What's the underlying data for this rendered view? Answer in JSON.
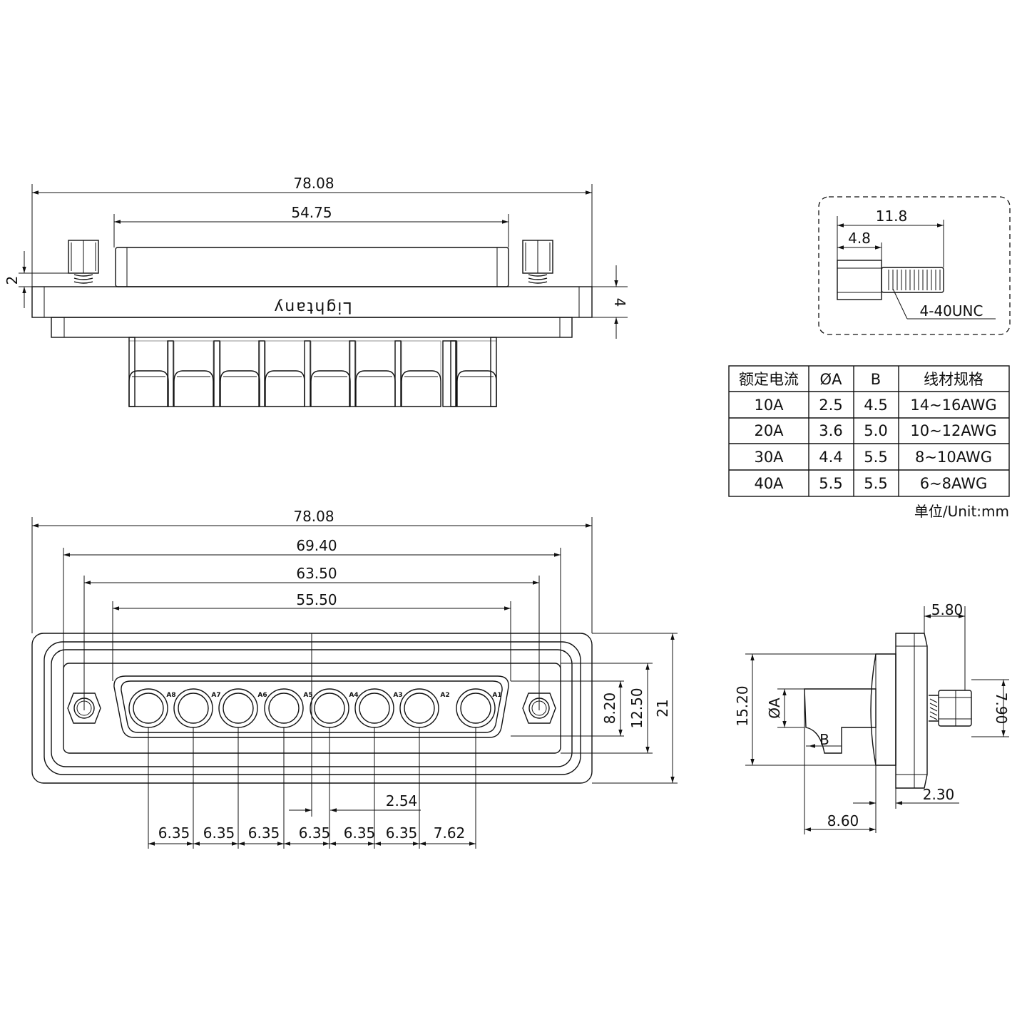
{
  "top_view": {
    "dims": {
      "overall_width": "78.08",
      "shell_width": "54.75",
      "nut_height": "2",
      "flange_thickness": "4"
    },
    "logo": "Lightany"
  },
  "screw_detail": {
    "dims": {
      "total_length": "11.8",
      "hex_length": "4.8"
    },
    "thread_label": "4-40UNC"
  },
  "spec_table": {
    "headers": [
      "额定电流",
      "ØA",
      "B",
      "线材规格"
    ],
    "rows": [
      [
        "10A",
        "2.5",
        "4.5",
        "14~16AWG"
      ],
      [
        "20A",
        "3.6",
        "5.0",
        "10~12AWG"
      ],
      [
        "30A",
        "4.4",
        "5.5",
        "8~10AWG"
      ],
      [
        "40A",
        "5.5",
        "5.5",
        "6~8AWG"
      ]
    ],
    "unit": "单位/Unit:mm"
  },
  "front_view": {
    "dims": {
      "overall_width": "78.08",
      "mount_hole_pitch": "69.40",
      "outer_d_width": "63.50",
      "inner_d_width": "55.50",
      "inner_height": "8.20",
      "outer_height": "12.50",
      "overall_height": "21",
      "offset": "2.54"
    },
    "pin_labels": [
      "A8",
      "A7",
      "A6",
      "A5",
      "A4",
      "A3",
      "A2",
      "A1"
    ],
    "pitches": [
      "6.35",
      "6.35",
      "6.35",
      "6.35",
      "6.35",
      "6.35",
      "7.62"
    ]
  },
  "side_view": {
    "dims": {
      "flange_depth": "5.80",
      "body_height": "15.20",
      "pin_diameter": "ØA",
      "wire_offset": "B",
      "nut_height": "7.90",
      "flange_thickness": "2.30",
      "pin_length": "8.60"
    }
  }
}
